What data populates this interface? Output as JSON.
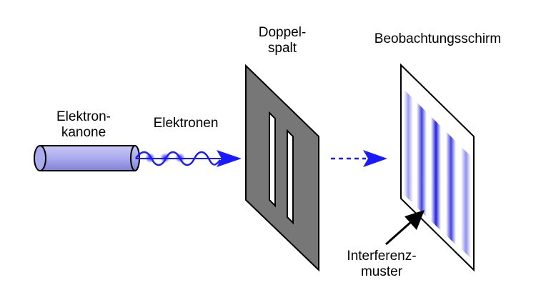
{
  "labels": {
    "gun_line1": "Elektron-",
    "gun_line2": "kanone",
    "electrons": "Elektronen",
    "slit_line1": "Doppel-",
    "slit_line2": "spalt",
    "screen": "Beobachtungsschirm",
    "pattern_line1": "Interferenz-",
    "pattern_line2": "muster"
  },
  "colors": {
    "beam": "#1a1aff",
    "gun_fill": "#aaaaee",
    "slit_plate": "#777777",
    "fringe": "#2222dd"
  }
}
